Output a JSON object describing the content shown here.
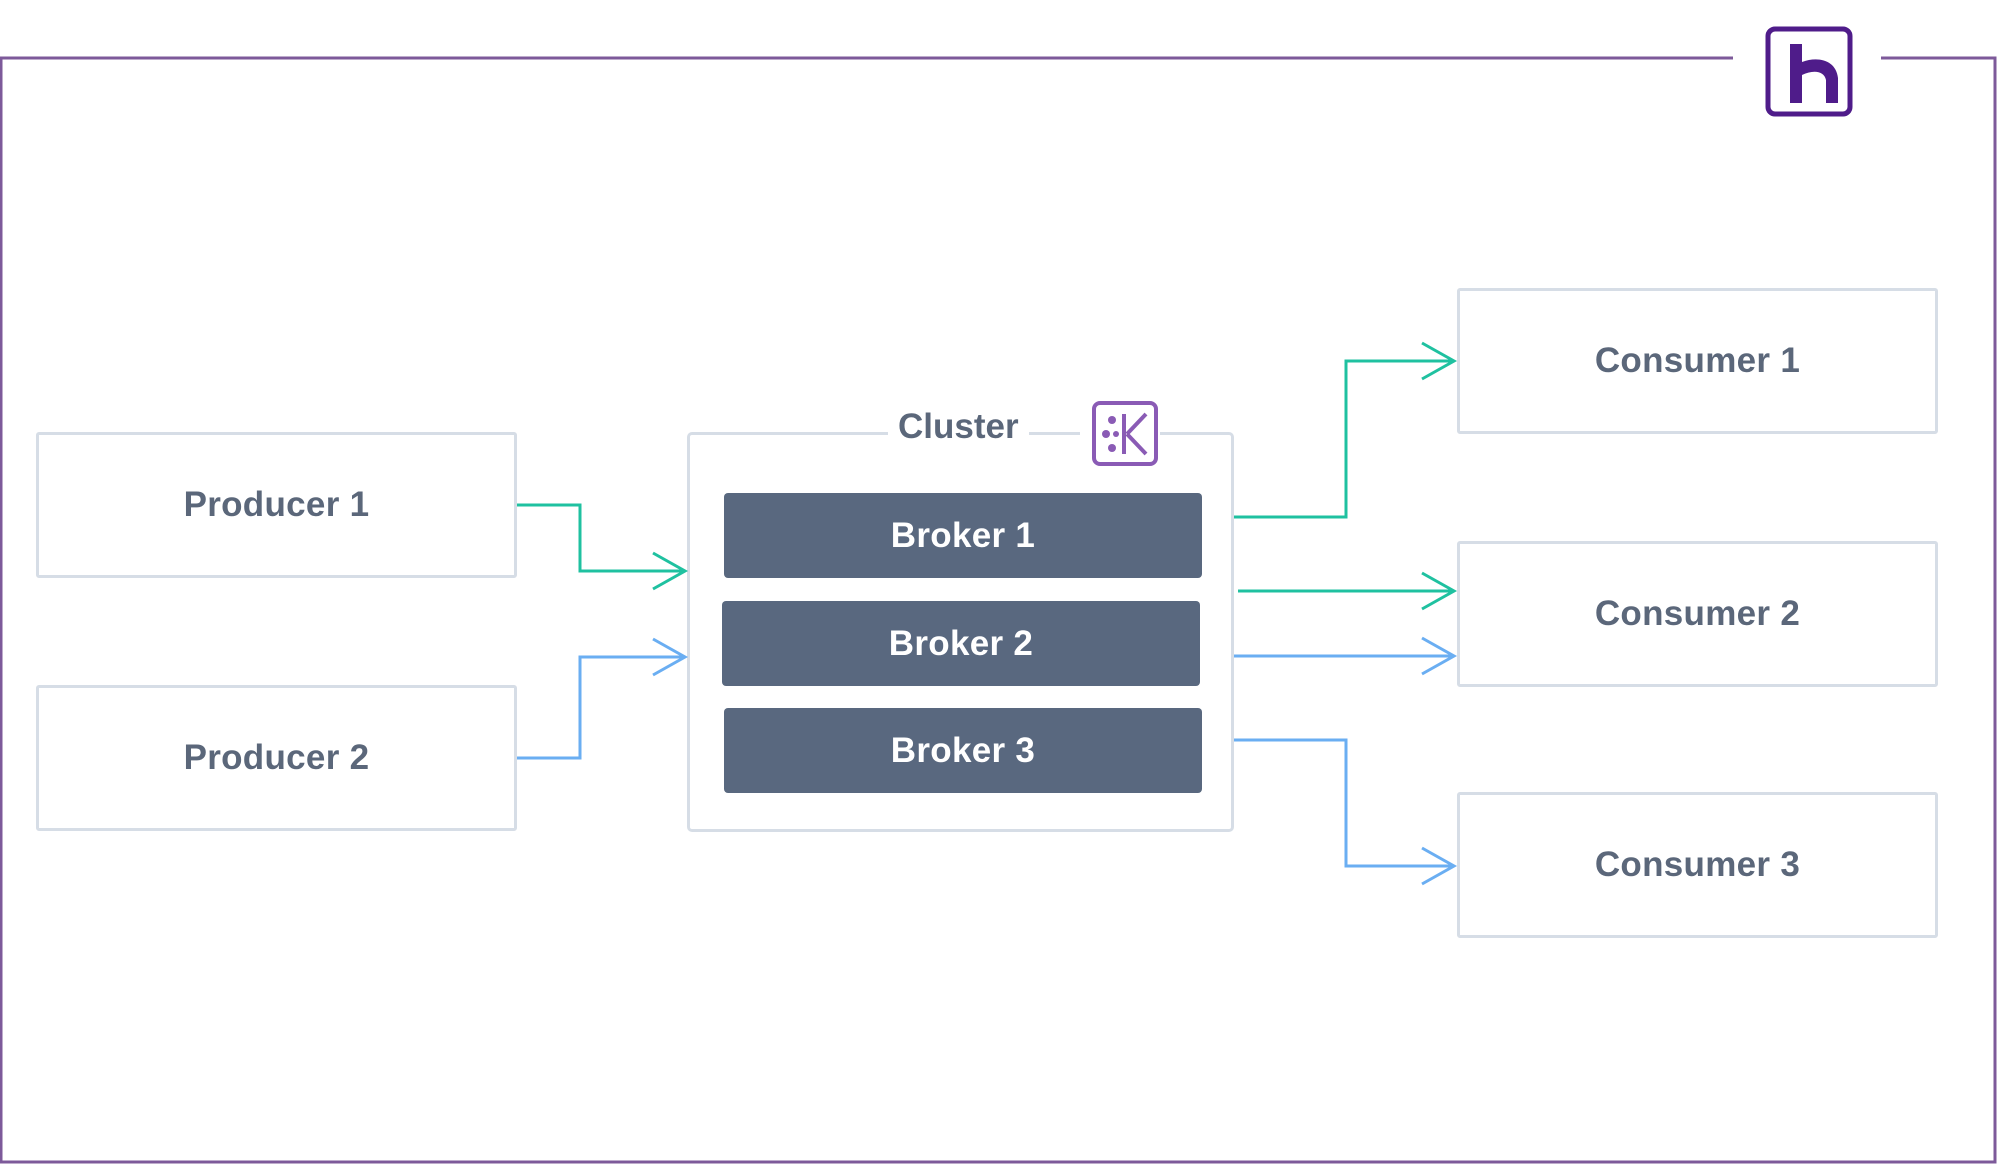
{
  "producers": [
    {
      "label": "Producer 1"
    },
    {
      "label": "Producer 2"
    }
  ],
  "cluster": {
    "title": "Cluster",
    "icon": "kafka-icon",
    "brokers": [
      {
        "label": "Broker 1"
      },
      {
        "label": "Broker 2"
      },
      {
        "label": "Broker 3"
      }
    ]
  },
  "consumers": [
    {
      "label": "Consumer 1"
    },
    {
      "label": "Consumer 2"
    },
    {
      "label": "Consumer 3"
    }
  ],
  "logo": "heroku-logo-icon",
  "colors": {
    "frame": "#7d5a9a",
    "logo": "#4f1c8a",
    "box_border": "#d6dde6",
    "text": "#5b677a",
    "broker_fill": "#59687f",
    "broker_text": "#ffffff",
    "green_arrow": "#1fc1a0",
    "blue_arrow": "#6aaef2",
    "kafka_icon": "#8a5bb5"
  },
  "connections": [
    {
      "from": "Producer 1",
      "to": "Cluster",
      "color": "green"
    },
    {
      "from": "Producer 2",
      "to": "Cluster",
      "color": "blue"
    },
    {
      "from": "Cluster",
      "to": "Consumer 1",
      "color": "green"
    },
    {
      "from": "Cluster",
      "to": "Consumer 2",
      "color": "green"
    },
    {
      "from": "Cluster",
      "to": "Consumer 2",
      "color": "blue"
    },
    {
      "from": "Cluster",
      "to": "Consumer 3",
      "color": "blue"
    }
  ]
}
